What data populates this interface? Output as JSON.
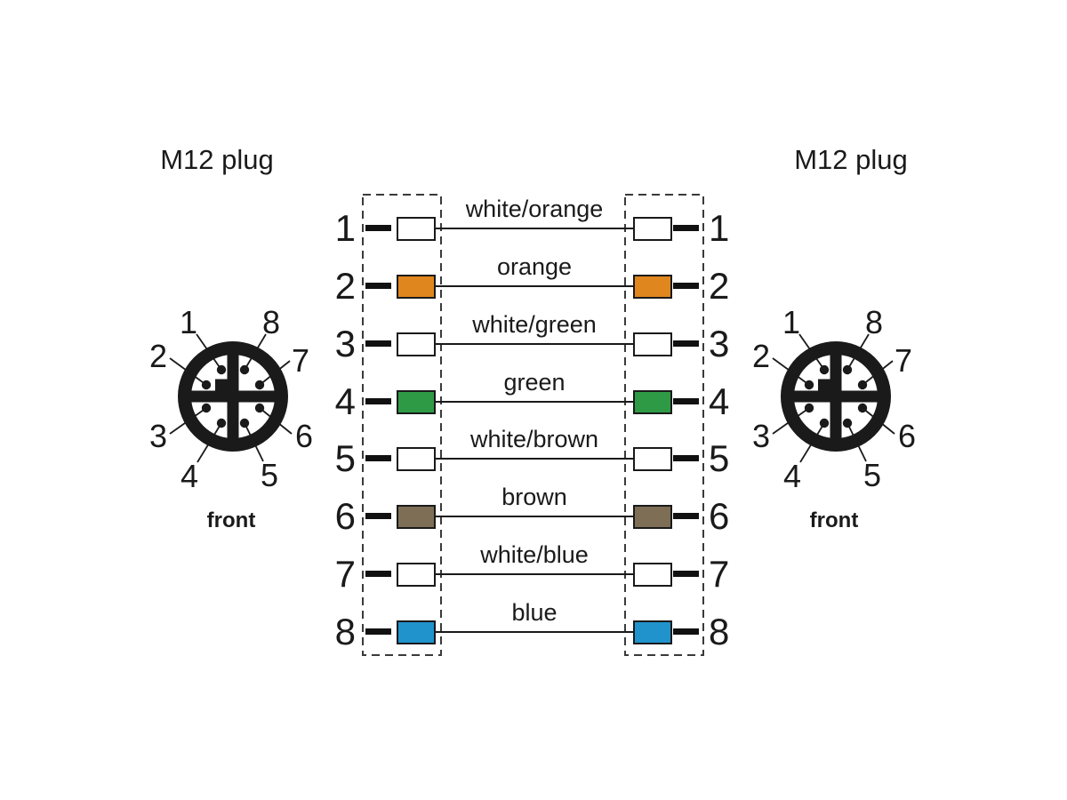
{
  "titles": {
    "left": "M12 plug",
    "right": "M12 plug"
  },
  "connectors": {
    "front_label": "front",
    "pin_labels": [
      "1",
      "8",
      "2",
      "7",
      "3",
      "6",
      "4",
      "5"
    ]
  },
  "wires": [
    {
      "left_pin": "1",
      "right_pin": "1",
      "label": "white/orange",
      "color": "#ffffff"
    },
    {
      "left_pin": "2",
      "right_pin": "2",
      "label": "orange",
      "color": "#df861e"
    },
    {
      "left_pin": "3",
      "right_pin": "3",
      "label": "white/green",
      "color": "#ffffff"
    },
    {
      "left_pin": "4",
      "right_pin": "4",
      "label": "green",
      "color": "#2f9a46"
    },
    {
      "left_pin": "5",
      "right_pin": "5",
      "label": "white/brown",
      "color": "#ffffff"
    },
    {
      "left_pin": "6",
      "right_pin": "6",
      "label": "brown",
      "color": "#7d6e55"
    },
    {
      "left_pin": "7",
      "right_pin": "7",
      "label": "white/blue",
      "color": "#2093cc"
    },
    {
      "left_pin": "8",
      "right_pin": "8",
      "label": "blue",
      "color": "#2093cc"
    }
  ],
  "colors": {
    "line": "#1a1a1a",
    "dash": "#3a3a3a",
    "fill_white": "#ffffff"
  }
}
